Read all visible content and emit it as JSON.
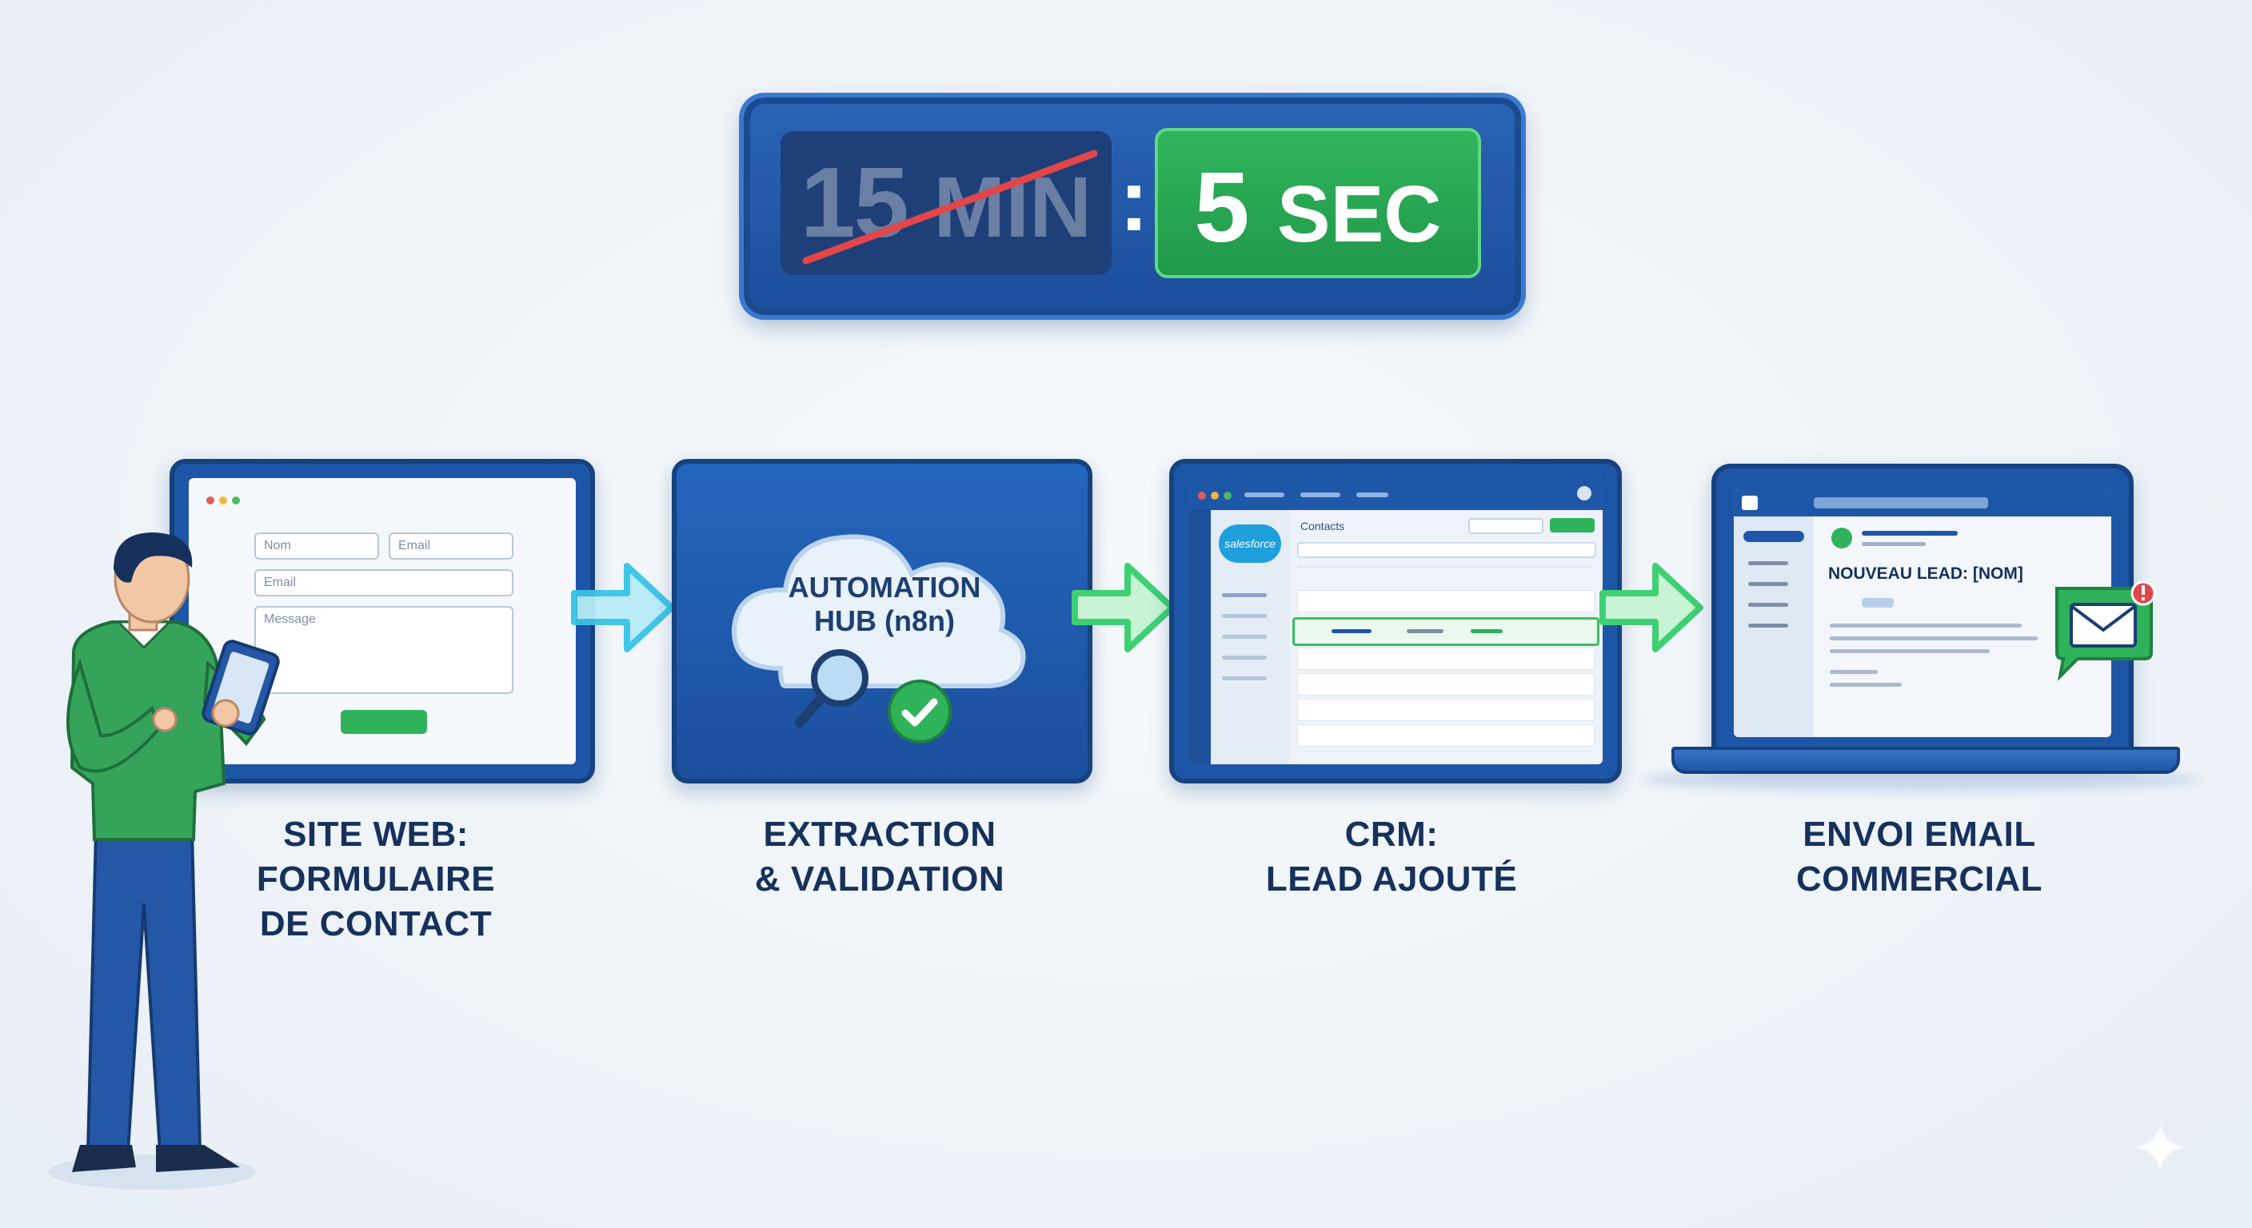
{
  "timer": {
    "old_number": "15",
    "old_unit": "MIN",
    "separator": ":",
    "new_number": "5",
    "new_unit": "SEC"
  },
  "stages": [
    {
      "label_lines": [
        "SITE WEB:",
        "FORMULAIRE",
        "DE CONTACT"
      ],
      "form": {
        "field_nom": "Nom",
        "field_email_top": "Email",
        "field_email": "Email",
        "field_message": "Message"
      }
    },
    {
      "label_lines": [
        "EXTRACTION",
        "& VALIDATION"
      ],
      "cloud_text": [
        "AUTOMATION",
        "HUB (n8n)"
      ]
    },
    {
      "label_lines": [
        "CRM:",
        "LEAD AJOUTÉ"
      ],
      "crm": {
        "logo": "salesforce",
        "tab": "Contacts"
      }
    },
    {
      "label_lines": [
        "ENVOI EMAIL",
        "COMMERCIAL"
      ],
      "email": {
        "subject": "NOUVEAU LEAD: [NOM]"
      }
    }
  ],
  "colors": {
    "frame": "#1d56a6",
    "accent_green": "#2eb25a",
    "strike_red": "#e0464a",
    "label": "#16315c"
  }
}
